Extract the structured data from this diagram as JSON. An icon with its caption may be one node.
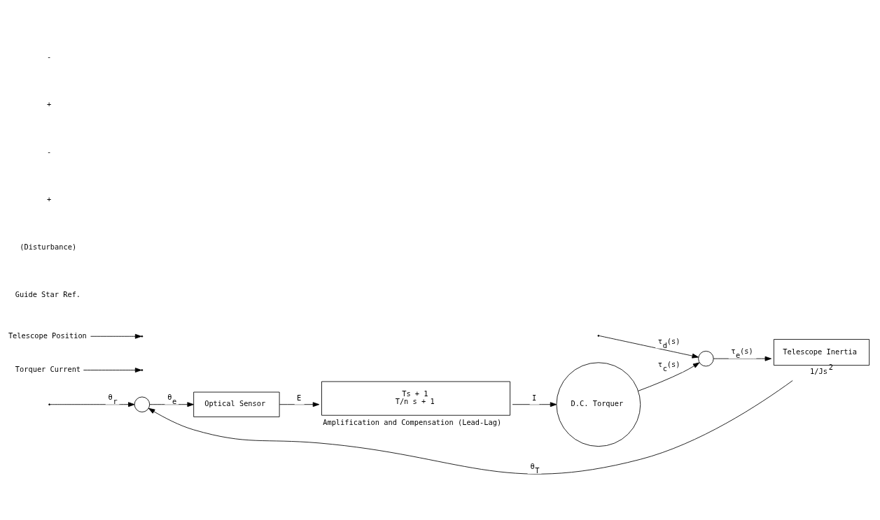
{
  "diagram": {
    "nodes": [
      {
        "text": [],
        "shape": "circle"
      },
      {
        "text": [
          "Optical Sensor"
        ]
      },
      {
        "text": [
          "Ts + 1",
          "T/n s + 1"
        ],
        "beside": [
          "Amplification and Compensation (Lead-Lag)"
        ]
      },
      {
        "text": [
          "D.C. Torquer"
        ]
      },
      {
        "text": [],
        "shape": "circle"
      },
      {
        "text": [
          "Telescope Inertia"
        ],
        "beside": [
          "1/Js$^{2}$"
        ]
      },
      {
        "text": [
          "Torquer Current"
        ]
      },
      {
        "text": [
          "Telescope Position"
        ]
      }
    ],
    "edges": [
      {
        "from": null,
        "to": 0,
        "arrow": "to",
        "label": "θ$_{r}$"
      },
      {
        "from": 0,
        "to": 1,
        "arrow": "to",
        "label": "θ$_{e}$"
      },
      {
        "from": 1,
        "to": 2,
        "arrow": "to",
        "label": "E"
      },
      {
        "from": 2,
        "to": 3,
        "arrow": "to",
        "label": "I"
      },
      {
        "from": 3,
        "to": 4,
        "arrow": "to",
        "label": "τ$_{c}$(s)"
      },
      {
        "from": null,
        "to": 4,
        "arrow": "to",
        "label": "τ$_{d}$(s)"
      },
      {
        "from": 4,
        "to": 5,
        "arrow": "to",
        "label": "τ$_{e}$(s)"
      },
      {
        "from": 5,
        "to": 0,
        "arrow": "to",
        "label": "θ$_{T}$"
      },
      {
        "from": 6,
        "to": null,
        "arrow": "to"
      },
      {
        "from": 7,
        "to": null,
        "arrow": "to"
      }
    ],
    "labels": [
      "Guide Star Ref.",
      "(Disturbance)",
      "+",
      "-",
      "+",
      "-"
    ]
  }
}
